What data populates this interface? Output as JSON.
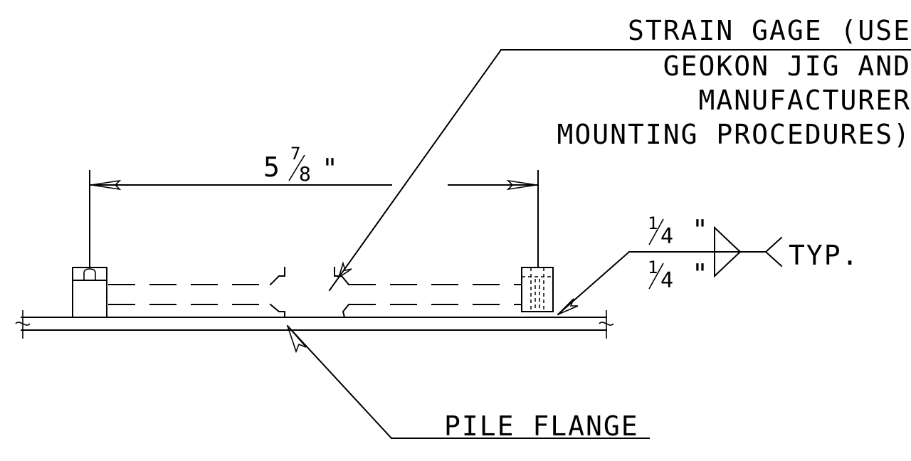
{
  "labels": {
    "strain_gage": [
      "STRAIN GAGE (USE",
      "GEOKON JIG AND",
      "MANUFACTURER",
      "MOUNTING PROCEDURES)"
    ],
    "pile_flange": "PILE FLANGE",
    "typ": "TYP."
  },
  "dimension": {
    "whole": "5",
    "frac_num": "7",
    "frac_den": "8",
    "inch": "\""
  },
  "weld": {
    "top": {
      "num": "1",
      "den": "4",
      "inch": "\""
    },
    "bottom": {
      "num": "1",
      "den": "4",
      "inch": "\""
    }
  }
}
